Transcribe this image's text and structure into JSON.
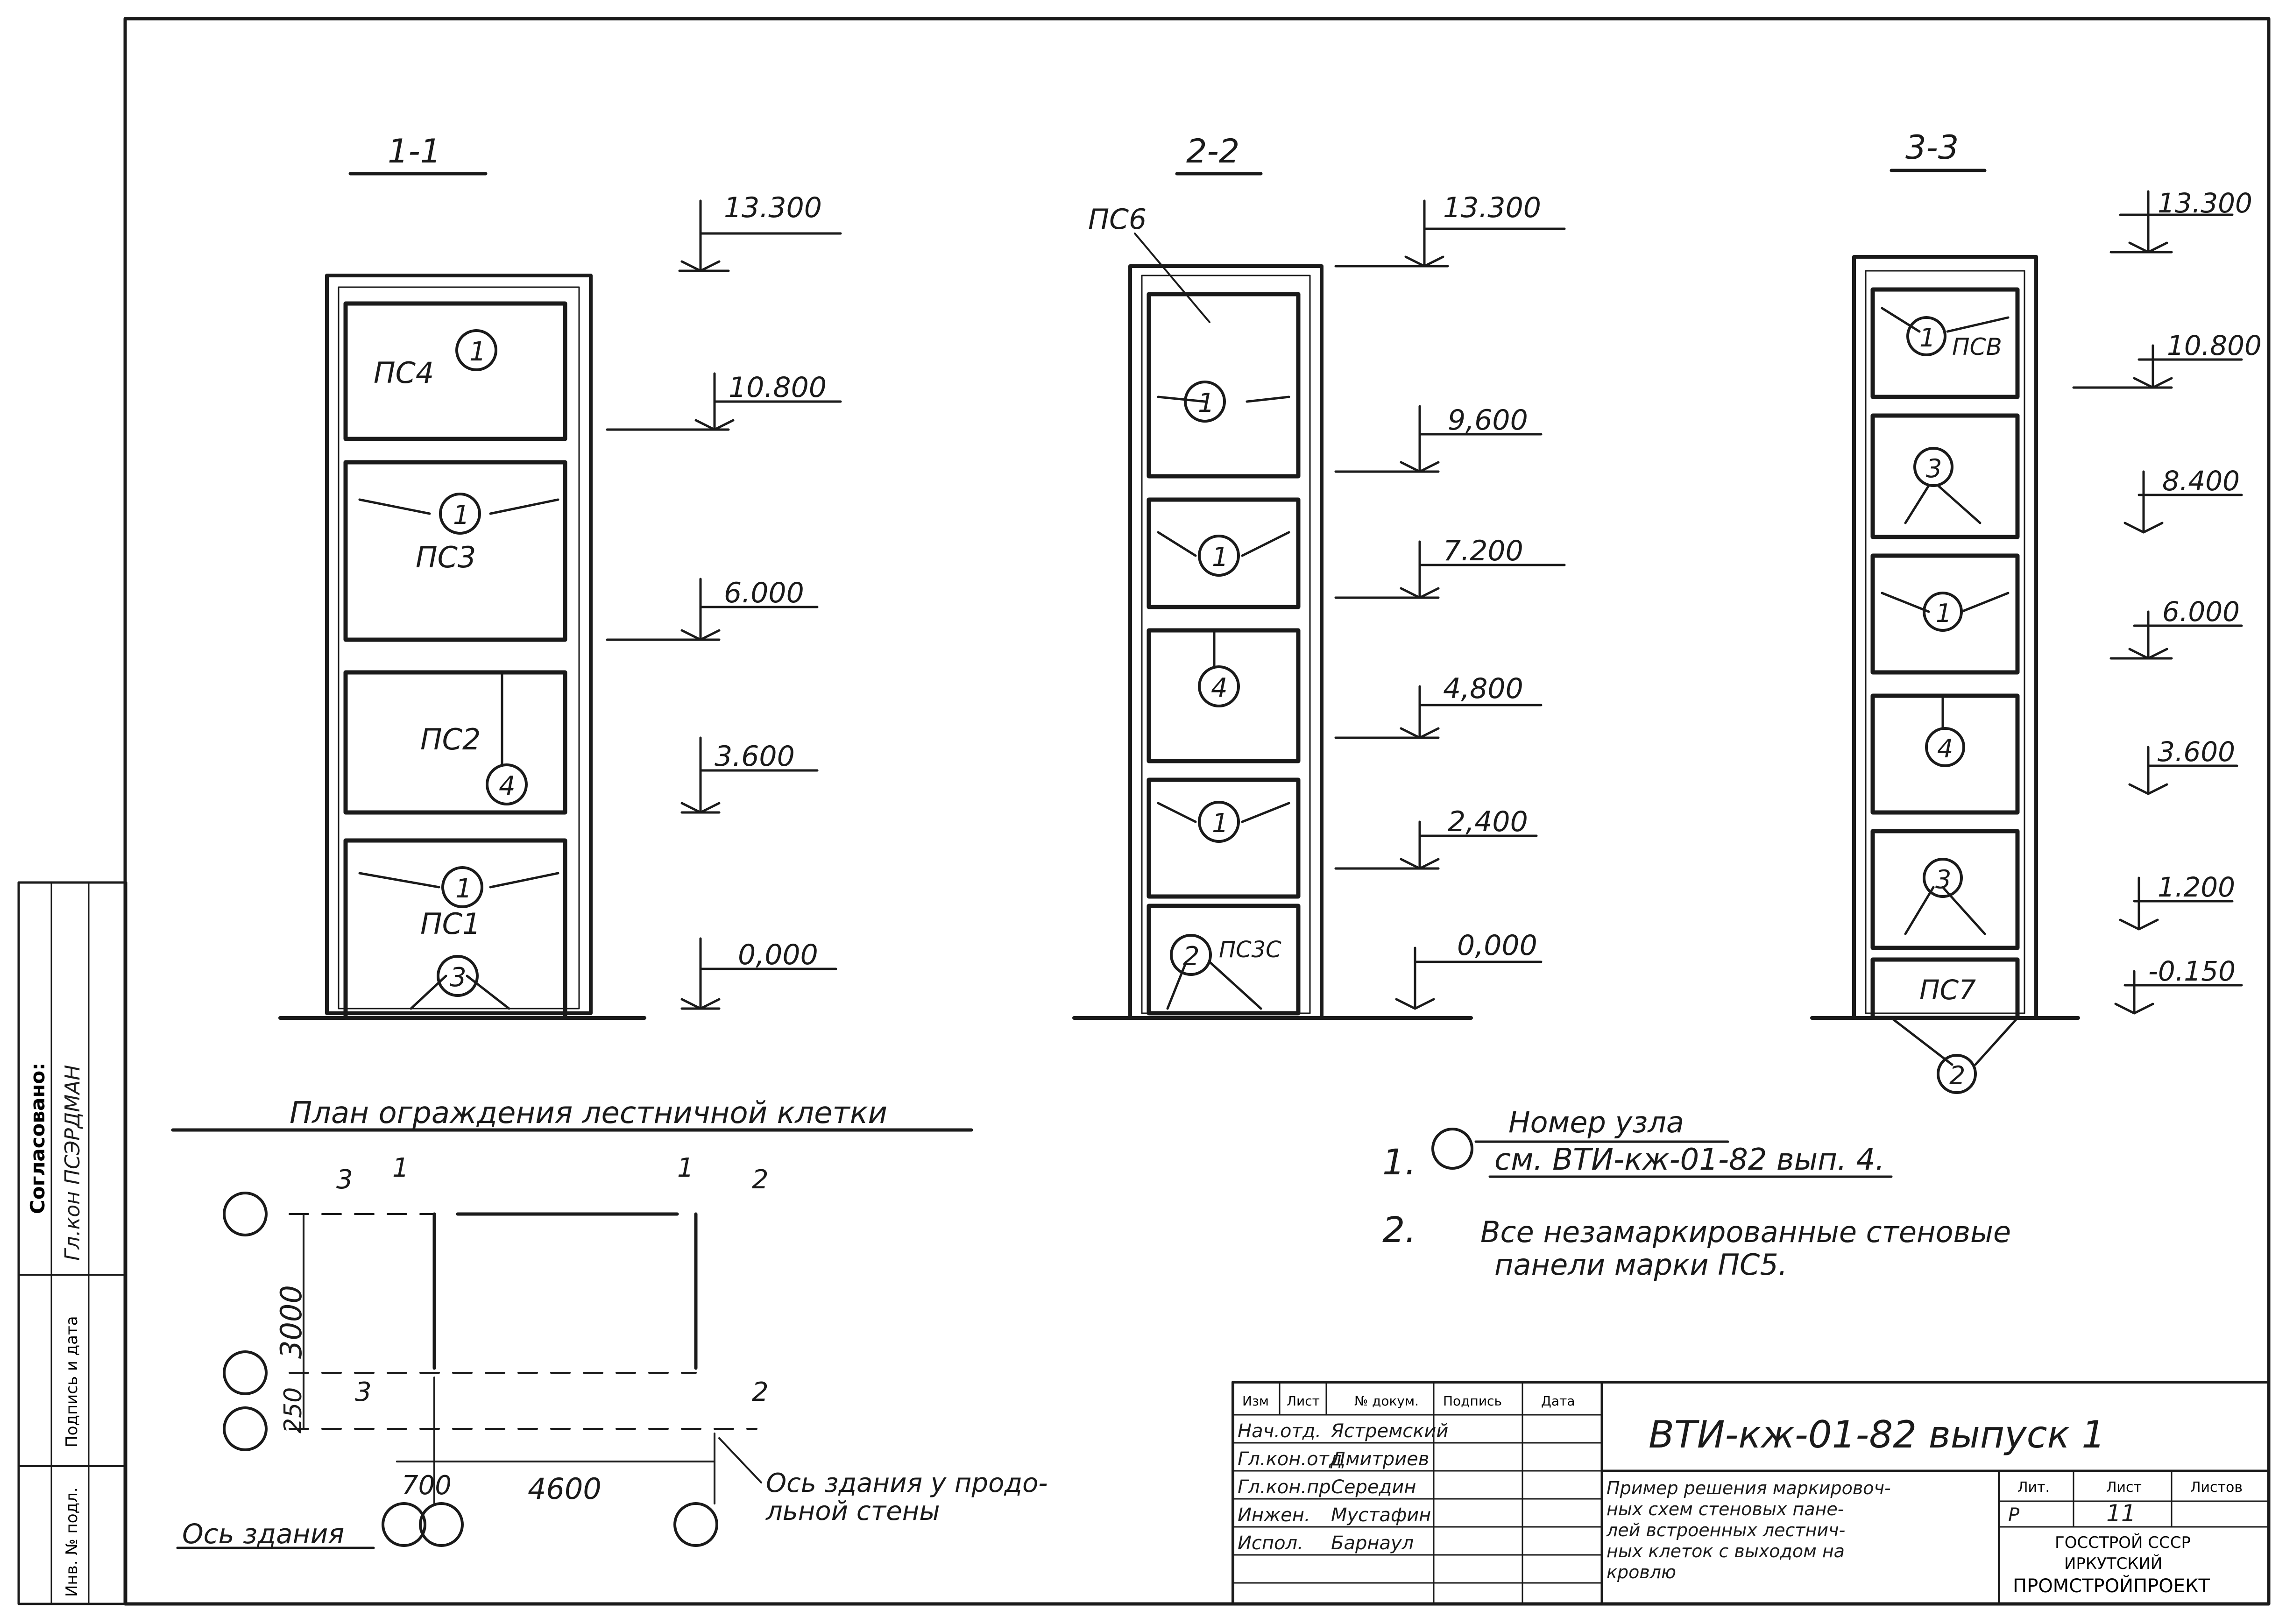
{
  "sections": [
    {
      "title": "1-1",
      "levels": [
        "13.300",
        "10.800",
        "6.000",
        "3.600",
        "0,000"
      ],
      "panels": [
        {
          "mark": "ПС4",
          "node": "1"
        },
        {
          "mark": "ПС3",
          "node": "1"
        },
        {
          "mark": "ПС2",
          "node": "4"
        },
        {
          "mark": "ПС1",
          "node": "1",
          "node2": "3"
        }
      ]
    },
    {
      "title": "2-2",
      "levels": [
        "13.300",
        "9,600",
        "7.200",
        "4,800",
        "2,400",
        "0,000"
      ],
      "top_mark": "ПС6",
      "panels": [
        {
          "mark": "",
          "node": "1"
        },
        {
          "mark": "",
          "node": "1"
        },
        {
          "mark": "",
          "node": "4"
        },
        {
          "mark": "",
          "node": "1"
        },
        {
          "mark": "ПС3С",
          "node": "2"
        }
      ]
    },
    {
      "title": "3-3",
      "levels": [
        "13.300",
        "10.800",
        "8.400",
        "6.000",
        "3.600",
        "1.200",
        "-0.150"
      ],
      "panels": [
        {
          "mark": "ПСВ",
          "node": "1"
        },
        {
          "mark": "",
          "node": "3"
        },
        {
          "mark": "",
          "node": "1"
        },
        {
          "mark": "",
          "node": "4"
        },
        {
          "mark": "",
          "node": "3"
        },
        {
          "mark": "ПС7",
          "node": "2"
        }
      ]
    }
  ],
  "plan": {
    "title": "План ограждения лестничной клетки",
    "cut_labels": [
      "3",
      "1",
      "1",
      "2",
      "3",
      "2"
    ],
    "dims": [
      "3000",
      "250",
      "700",
      "4600"
    ],
    "axis_label": "Ось здания",
    "axis_note_line1": "Ось здания у продо-",
    "axis_note_line2": "льной стены"
  },
  "notes": {
    "n1_num": "1.",
    "n1_line1": "Номер узла",
    "n1_line2": "см. ВТИ-кж-01-82 вып. 4.",
    "n2_num": "2.",
    "n2_line1": "Все незамаркированные стеновые",
    "n2_line2": "панели марки ПС5."
  },
  "approval": {
    "title": "Согласовано:",
    "name": "Гл.кон ПСЭРДМАН",
    "inv_label": "Инв. № подл.",
    "sign_label": "Подпись и дата"
  },
  "stamp": {
    "doc_code": "ВТИ-кж-01-82 выпуск 1",
    "head": [
      "Изм",
      "Лист",
      "№ докум.",
      "Подпись",
      "Дата"
    ],
    "rows": [
      [
        "Нач.отд.",
        "Ястремский"
      ],
      [
        "Гл.кон.отд",
        "Дмитриев"
      ],
      [
        "Гл.кон.пр",
        "Середин"
      ],
      [
        "Инжен.",
        "Мустафин"
      ],
      [
        "Испол.",
        "Барнаул"
      ]
    ],
    "desc": [
      "Пример решения маркировоч-",
      "ных схем стеновых пане-",
      "лей встроенных лестнич-",
      "ных клеток с выходом на",
      "кровлю"
    ],
    "sheet_head": [
      "Лит.",
      "Лист",
      "Листов"
    ],
    "sheet_vals": [
      "Р",
      "11",
      ""
    ],
    "org": [
      "ГОССТРОЙ СССР",
      "ИРКУТСКИЙ",
      "ПРОМСТРОЙПРОЕКТ"
    ]
  }
}
